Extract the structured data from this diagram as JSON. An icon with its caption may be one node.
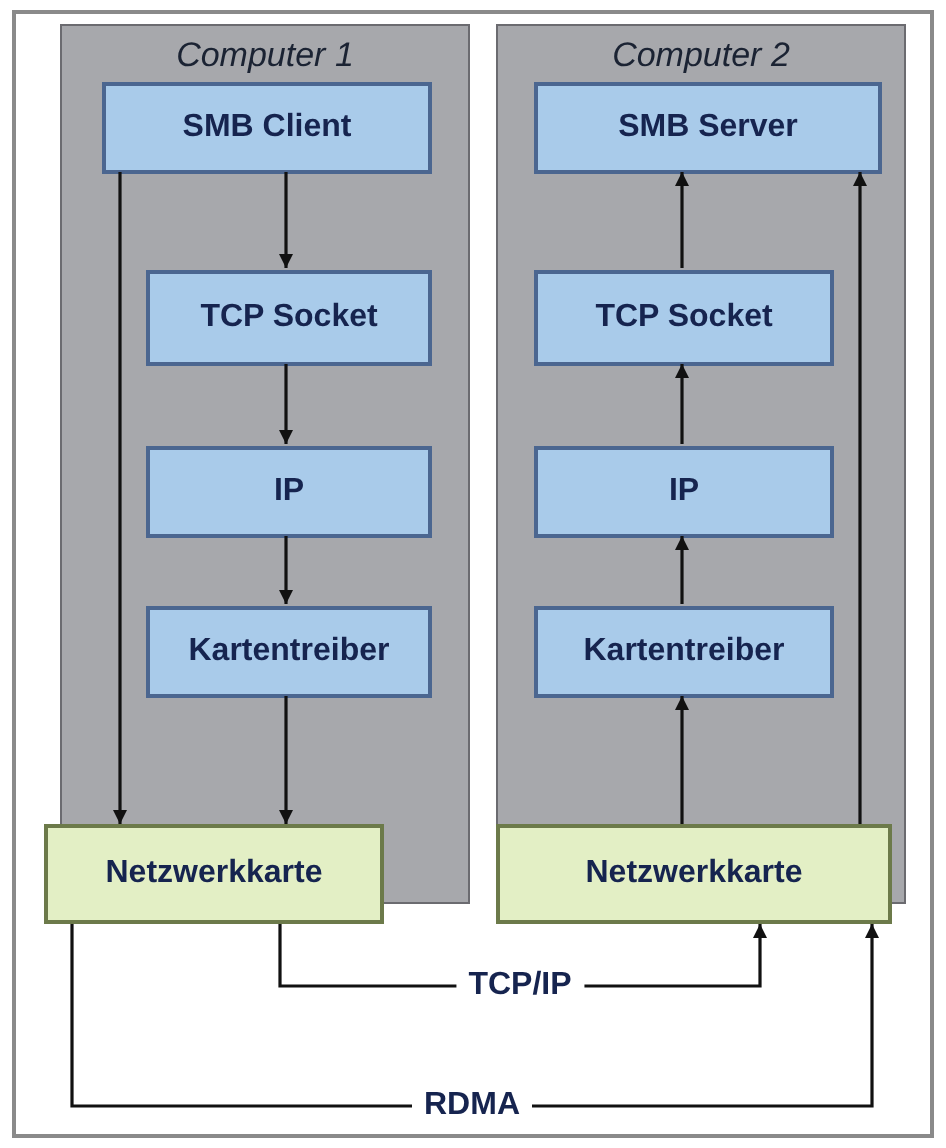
{
  "diagram": {
    "nodes": [
      {
        "text": [
          "Computer 1"
        ]
      },
      {
        "text": [
          "SMB Client"
        ],
        "in": 0
      },
      {
        "text": [
          "TCP Socket"
        ],
        "in": 0
      },
      {
        "text": [
          "IP"
        ],
        "in": 0
      },
      {
        "text": [
          "Kartentreiber"
        ],
        "in": 0
      },
      {
        "text": [
          "Netzwerkkarte"
        ]
      },
      {
        "text": [
          "Computer 2"
        ]
      },
      {
        "text": [
          "SMB Server"
        ],
        "in": 6
      },
      {
        "text": [
          "TCP Socket"
        ],
        "in": 6
      },
      {
        "text": [
          "IP"
        ],
        "in": 6
      },
      {
        "text": [
          "Kartentreiber"
        ],
        "in": 6
      },
      {
        "text": [
          "Netzwerkkarte"
        ]
      }
    ],
    "edges": [
      {
        "from": 1,
        "to": 2,
        "arrow": "to"
      },
      {
        "from": 2,
        "to": 3,
        "arrow": "to"
      },
      {
        "from": 3,
        "to": 4,
        "arrow": "to"
      },
      {
        "from": 4,
        "to": 5,
        "arrow": "to"
      },
      {
        "from": 1,
        "to": 5,
        "arrow": "to"
      },
      {
        "from": 11,
        "to": 10,
        "arrow": "to"
      },
      {
        "from": 10,
        "to": 9,
        "arrow": "to"
      },
      {
        "from": 9,
        "to": 8,
        "arrow": "to"
      },
      {
        "from": 8,
        "to": 7,
        "arrow": "to"
      },
      {
        "from": 11,
        "to": 7,
        "arrow": "to"
      },
      {
        "from": 5,
        "to": 11,
        "arrow": "to",
        "label": "TCP/IP"
      },
      {
        "from": 5,
        "to": 11,
        "arrow": "to",
        "label": "RDMA"
      }
    ]
  }
}
